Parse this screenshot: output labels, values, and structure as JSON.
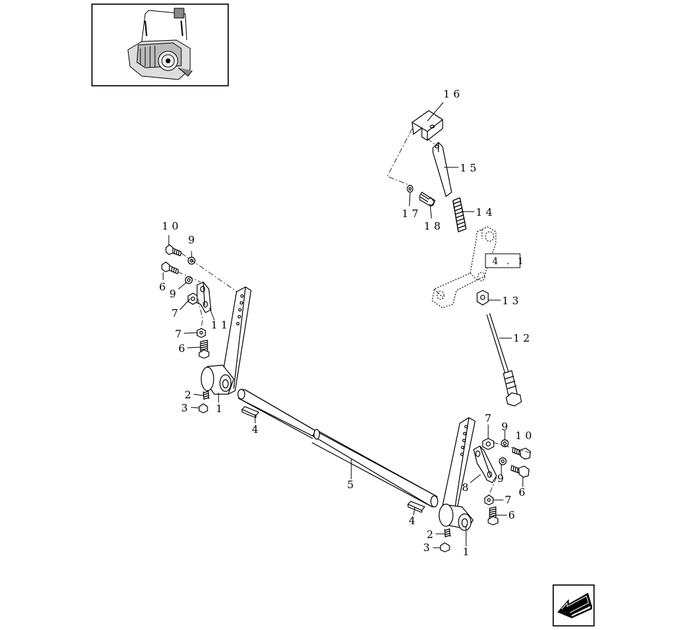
{
  "diagram": {
    "callouts": {
      "c16": "16",
      "c15": "15",
      "c14": "14",
      "c17": "17",
      "c18": "18",
      "c13": "13",
      "c12": "12",
      "c10_left": "10",
      "c9_left_top": "9",
      "c6_left_top": "6",
      "c9_left_mid": "9",
      "c7_left_top": "7",
      "c11_left": "11",
      "c7_left_bot": "7",
      "c6_left_bot": "6",
      "c2_left": "2",
      "c3_left": "3",
      "c1_left": "1",
      "c4_left": "4",
      "c5": "5",
      "c4_right": "4",
      "c7_right_top": "7",
      "c9_right_top": "9",
      "c10_right": "10",
      "c8_right": "8",
      "c9_right_mid": "9",
      "c6_right_top": "6",
      "c7_right_bot": "7",
      "c6_right_bot": "6",
      "c2_right": "2",
      "c3_right": "3",
      "c1_right": "1"
    },
    "reference_box": "4 . 1"
  },
  "navigation": {
    "back_icon": "back-arrow-icon"
  }
}
